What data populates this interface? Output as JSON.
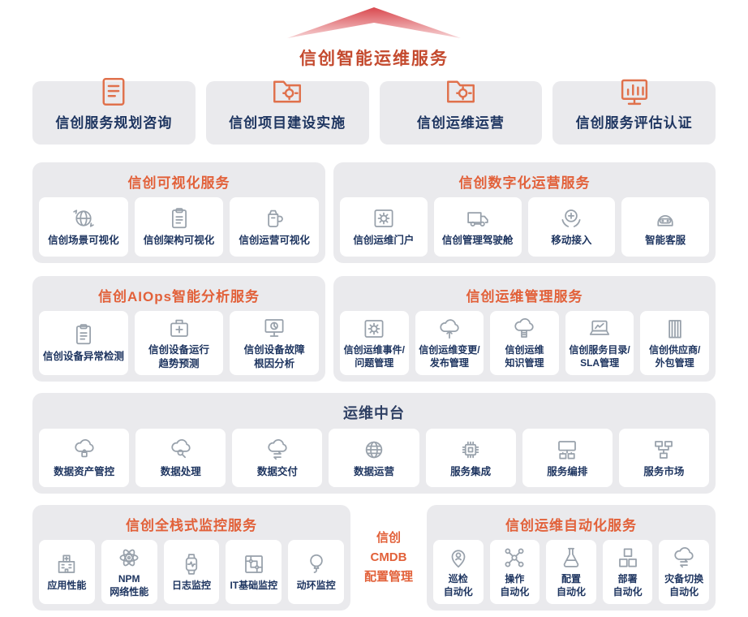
{
  "header": {
    "title": "信创智能运维服务"
  },
  "colors": {
    "accent_orange": "#e2613a",
    "navy_text": "#1e3560",
    "panel_gray": "#eaeaed",
    "title_red": "#c44a2e",
    "arrow_red": "#d9484e",
    "arrow_pink": "#f6d2d4",
    "icon_gray": "#98a1ab",
    "icon_orange": "#e0714c"
  },
  "top_services": [
    {
      "label": "信创服务规划咨询",
      "icon": "document-plan-icon"
    },
    {
      "label": "信创项目建设实施",
      "icon": "folder-gear-icon"
    },
    {
      "label": "信创运维运营",
      "icon": "folder-settings-icon"
    },
    {
      "label": "信创服务评估认证",
      "icon": "bar-chart-icon"
    }
  ],
  "panels": {
    "visualization": {
      "title": "信创可视化服务",
      "items": [
        {
          "label": "信创场景可视化",
          "icon": "globe-arrows-icon"
        },
        {
          "label": "信创架构可视化",
          "icon": "clipboard-icon"
        },
        {
          "label": "信创运营可视化",
          "icon": "mug-gauge-icon"
        }
      ]
    },
    "digital_ops": {
      "title": "信创数字化运营服务",
      "items": [
        {
          "label": "信创运维门户",
          "icon": "gear-panel-icon"
        },
        {
          "label": "信创管理驾驶舱",
          "icon": "truck-icon"
        },
        {
          "label": "移动接入",
          "icon": "mobile-access-icon"
        },
        {
          "label": "智能客服",
          "icon": "robot-icon"
        }
      ]
    },
    "aiops": {
      "title": "信创AIOps智能分析服务",
      "items": [
        {
          "label": "信创设备异常检测",
          "icon": "clipboard-list-icon"
        },
        {
          "label": "信创设备运行\n趋势预测",
          "icon": "medkit-icon"
        },
        {
          "label": "信创设备故障\n根因分析",
          "icon": "monitor-pie-icon"
        }
      ]
    },
    "ops_mgmt": {
      "title": "信创运维管理服务",
      "items": [
        {
          "label": "信创运维事件/\n问题管理",
          "icon": "gear-panel-icon"
        },
        {
          "label": "信创运维变更/\n发布管理",
          "icon": "cloud-upload-icon"
        },
        {
          "label": "信创运维\n知识管理",
          "icon": "cloud-document-icon"
        },
        {
          "label": "信创服务目录/\nSLA管理",
          "icon": "laptop-chart-icon"
        },
        {
          "label": "信创供应商/\n外包管理",
          "icon": "container-icon"
        }
      ]
    },
    "middle_platform": {
      "title": "运维中台",
      "items": [
        {
          "label": "数据资产管控",
          "icon": "cloud-lock-icon"
        },
        {
          "label": "数据处理",
          "icon": "cloud-search-icon"
        },
        {
          "label": "数据交付",
          "icon": "cloud-sync-icon"
        },
        {
          "label": "数据运营",
          "icon": "globe-icon"
        },
        {
          "label": "服务集成",
          "icon": "chip-icon"
        },
        {
          "label": "服务编排",
          "icon": "screens-icon"
        },
        {
          "label": "服务市场",
          "icon": "server-network-icon"
        }
      ]
    },
    "monitoring": {
      "title": "信创全栈式监控服务",
      "items": [
        {
          "label": "应用性能",
          "icon": "building-plus-icon"
        },
        {
          "label": "NPM\n网络性能",
          "icon": "atom-icon"
        },
        {
          "label": "日志监控",
          "icon": "smartwatch-pulse-icon"
        },
        {
          "label": "IT基础监控",
          "icon": "circuit-board-icon"
        },
        {
          "label": "动环监控",
          "icon": "balloon-icon"
        }
      ]
    },
    "automation": {
      "title": "信创运维自动化服务",
      "items": [
        {
          "label": "巡检\n自动化",
          "icon": "person-pin-icon"
        },
        {
          "label": "操作\n自动化",
          "icon": "network-nodes-icon"
        },
        {
          "label": "配置\n自动化",
          "icon": "flask-icon"
        },
        {
          "label": "部署\n自动化",
          "icon": "blocks-icon"
        },
        {
          "label": "灾备切换\n自动化",
          "icon": "cloud-sync-icon"
        }
      ]
    }
  },
  "cmdb": {
    "label": "信创\nCMDB\n配置管理"
  }
}
